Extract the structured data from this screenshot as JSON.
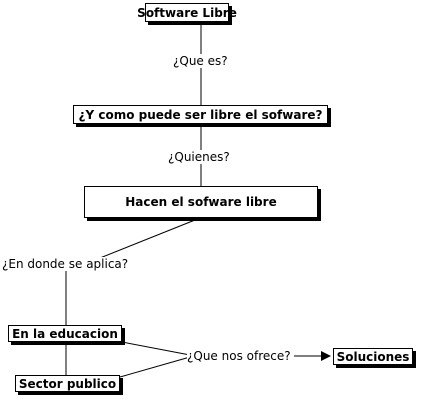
{
  "diagram": {
    "nodes": {
      "software_libre": "Software Libre",
      "como_libre": "¿Y como puede ser libre el sofware?",
      "hacen": "Hacen el sofware libre",
      "educacion": "En la educacion",
      "sector_publico": "Sector publico",
      "soluciones": "Soluciones"
    },
    "links": {
      "que_es": "¿Que es?",
      "quienes": "¿Quienes?",
      "en_donde": "¿En donde se aplica?",
      "que_ofrece": "¿Que nos ofrece?"
    },
    "colors": {
      "stroke": "#000000",
      "background": "#ffffff"
    }
  }
}
